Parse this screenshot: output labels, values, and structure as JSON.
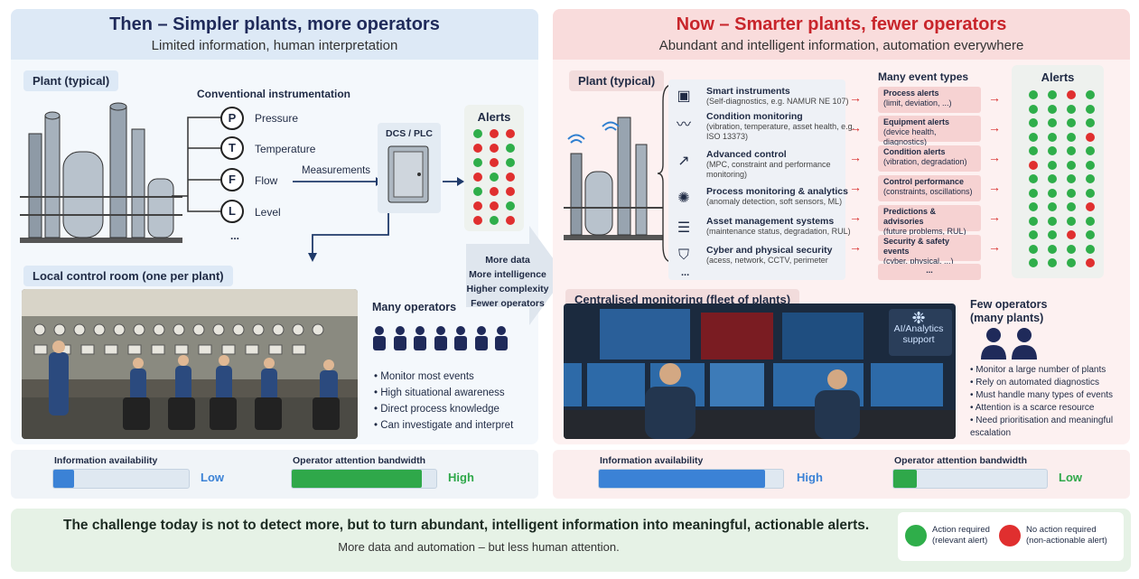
{
  "then": {
    "title": "Then – Simpler plants, more operators",
    "subtitle": "Limited information, human interpretation",
    "plant_tag": "Plant (typical)",
    "instrumentation_title": "Conventional instrumentation",
    "instruments": [
      {
        "letter": "P",
        "label": "Pressure"
      },
      {
        "letter": "T",
        "label": "Temperature"
      },
      {
        "letter": "F",
        "label": "Flow"
      },
      {
        "letter": "L",
        "label": "Level"
      }
    ],
    "ellipsis": "...",
    "measurements_label": "Measurements",
    "dcs_label": "DCS / PLC",
    "alerts_title": "Alerts",
    "control_room_tag": "Local control room (one per plant)",
    "operators_title": "Many operators",
    "operator_count": 7,
    "bullets": [
      "Monitor most events",
      "High situational awareness",
      "Direct process knowledge",
      "Can investigate and interpret"
    ],
    "info_label": "Information availability",
    "info_value": "Low",
    "info_fraction": 0.15,
    "attention_label": "Operator attention bandwidth",
    "attention_value": "High",
    "attention_fraction": 0.9
  },
  "transition": {
    "lines": [
      "More data",
      "More intelligence",
      "Higher complexity",
      "Fewer operators"
    ]
  },
  "now": {
    "title": "Now – Smarter plants, fewer operators",
    "subtitle": "Abundant and intelligent information, automation everywhere",
    "plant_tag": "Plant (typical)",
    "capabilities": [
      {
        "icon": "cube-icon",
        "title": "Smart instruments",
        "desc": "(Self-diagnostics, e.g. NAMUR NE 107)"
      },
      {
        "icon": "pulse-icon",
        "title": "Condition monitoring",
        "desc": "(vibration, temperature, asset health, e.g. ISO 13373)"
      },
      {
        "icon": "trend-icon",
        "title": "Advanced control",
        "desc": "(MPC, constraint and performance monitoring)"
      },
      {
        "icon": "network-icon",
        "title": "Process monitoring & analytics",
        "desc": "(anomaly detection, soft sensors, ML)"
      },
      {
        "icon": "database-icon",
        "title": "Asset management systems",
        "desc": "(maintenance status, degradation, RUL)"
      },
      {
        "icon": "shield-icon",
        "title": "Cyber and physical security",
        "desc": "(acess, network, CCTV, perimeter"
      }
    ],
    "capabilities_ellipsis": "...",
    "events_title": "Many event types",
    "events": [
      {
        "title": "Process alerts",
        "desc": "(limit, deviation, ...)"
      },
      {
        "title": "Equipment alerts",
        "desc": "(device health, diagnostics)"
      },
      {
        "title": "Condition alerts",
        "desc": "(vibration, degradation)"
      },
      {
        "title": "Control performance",
        "desc": "(constraints, oscillations)"
      },
      {
        "title": "Predictions & advisories",
        "desc": "(future problems, RUL)"
      },
      {
        "title": "Security & safety events",
        "desc": "(cyber, physical, ...)"
      }
    ],
    "events_ellipsis": "...",
    "alerts_title": "Alerts",
    "monitoring_tag": "Centralised monitoring (fleet of plants)",
    "ai_label": "AI/Analytics support",
    "operators_title": "Few operators (many plants)",
    "bullets": [
      "Monitor a large number of plants",
      "Rely on automated diagnostics",
      "Must handle many types of events",
      "Attention is a scarce resource",
      "Need prioritisation and meaningful escalation"
    ],
    "info_label": "Information availability",
    "info_value": "High",
    "info_fraction": 0.9,
    "attention_label": "Operator attention bandwidth",
    "attention_value": "Low",
    "attention_fraction": 0.15
  },
  "footer": {
    "headline": "The challenge today is not to detect more, but to turn abundant, intelligent information into meaningful, actionable alerts.",
    "subline": "More data and automation – but less human attention."
  },
  "legend": {
    "green_label": "Action required",
    "green_sub": "(relevant alert)",
    "red_label": "No action required",
    "red_sub": "(non-actionable alert)"
  },
  "colors": {
    "green": "#2fae4a",
    "red": "#e02f2f",
    "blue_bar": "#3b82d6",
    "green_bar": "#2fa84a",
    "navy": "#1f2a5a",
    "now_title_red": "#c8252b"
  }
}
